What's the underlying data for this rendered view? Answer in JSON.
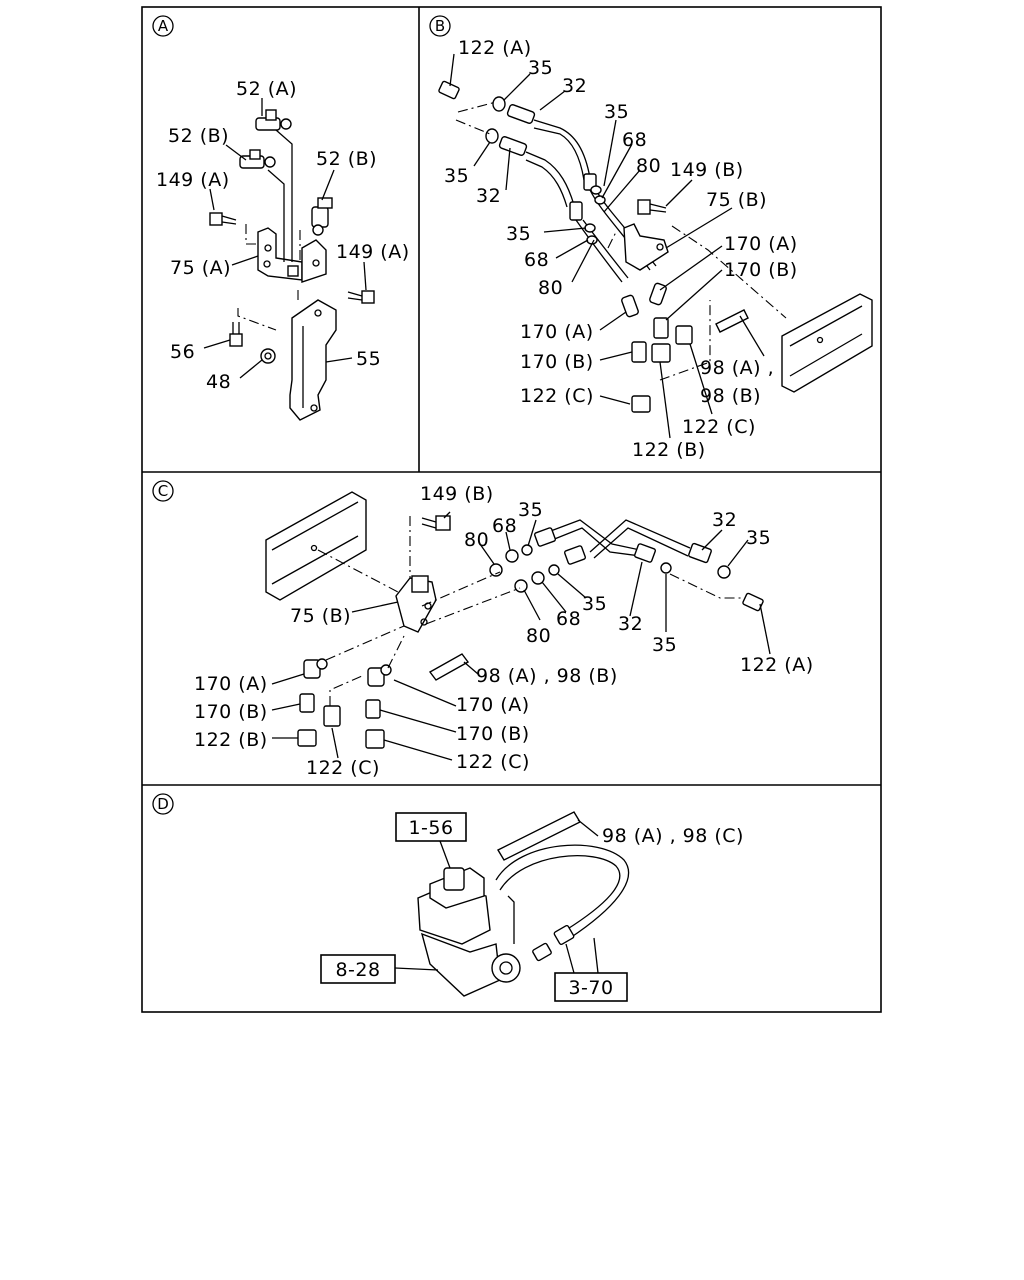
{
  "panels": {
    "a": {
      "circle_label": "A",
      "labels": {
        "l52a": "52 (A)",
        "l52b_left": "52 (B)",
        "l52b_right": "52 (B)",
        "l149a_left": "149 (A)",
        "l149a_right": "149 (A)",
        "l75a": "75 (A)",
        "l56": "56",
        "l48": "48",
        "l55": "55"
      }
    },
    "b": {
      "circle_label": "B",
      "labels": {
        "l122a": "122 (A)",
        "l35_top": "35",
        "l32_top": "32",
        "l35_mid": "35",
        "l32_mid": "32",
        "l35_right": "35",
        "l68_right": "68",
        "l80_right": "80",
        "l149b": "149 (B)",
        "l75b": "75 (B)",
        "l170a_right": "170 (A)",
        "l170b_right": "170 (B)",
        "l35_low": "35",
        "l68_low": "68",
        "l80_low": "80",
        "l170a_left": "170 (A)",
        "l170b_left": "170 (B)",
        "l122c_left": "122 (C)",
        "l98a": "98 (A) ,",
        "l98b": "98 (B)",
        "l122c_right": "122 (C)",
        "l122b": "122 (B)"
      }
    },
    "c": {
      "circle_label": "C",
      "labels": {
        "l149b": "149 (B)",
        "l80_top": "80",
        "l68_top": "68",
        "l35_top": "35",
        "l32_right": "32",
        "l35_right": "35",
        "l75b": "75 (B)",
        "l35_mid": "35",
        "l68_mid": "68",
        "l80_mid": "80",
        "l32_mid": "32",
        "l35_low": "35",
        "l122a": "122 (A)",
        "l98": "98 (A) , 98 (B)",
        "l170a_left": "170 (A)",
        "l170b_left": "170 (B)",
        "l122b": "122 (B)",
        "l122c_left": "122 (C)",
        "l170a_right": "170 (A)",
        "l170b_right": "170 (B)",
        "l122c_right": "122 (C)"
      }
    },
    "d": {
      "circle_label": "D",
      "labels": {
        "ref_1_56": "1-56",
        "ref_8_28": "8-28",
        "ref_3_70": "3-70",
        "l98": "98 (A) , 98 (C)"
      }
    }
  }
}
